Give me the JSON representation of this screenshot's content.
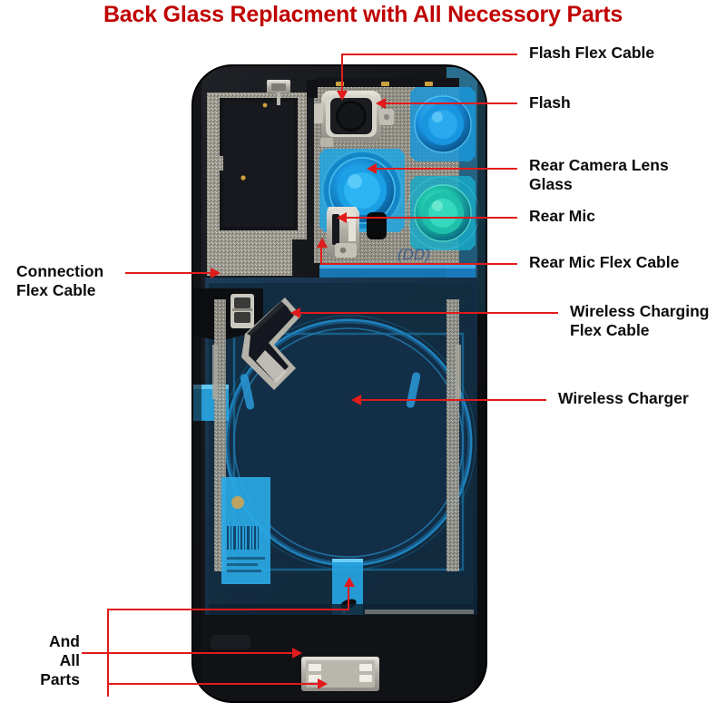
{
  "title": "Back Glass Replacment with All Necessory Parts",
  "title_color": "#c00000",
  "leader_color": "#e11b1b",
  "label_color": "#0c0c0c",
  "background": "#ffffff",
  "image": {
    "subject": "smartphone back glass assembly",
    "markings": "(DD)"
  },
  "callouts": [
    {
      "id": "flash-flex-cable",
      "text": "Flash Flex Cable",
      "side": "right"
    },
    {
      "id": "flash",
      "text": "Flash",
      "side": "right"
    },
    {
      "id": "rear-camera-lens-glass",
      "text": "Rear Camera Lens\nGlass",
      "side": "right"
    },
    {
      "id": "rear-mic",
      "text": "Rear Mic",
      "side": "right"
    },
    {
      "id": "rear-mic-flex-cable",
      "text": "Rear Mic Flex Cable",
      "side": "right"
    },
    {
      "id": "wireless-charging-flex-cable",
      "text": "Wireless Charging\nFlex Cable",
      "side": "right"
    },
    {
      "id": "wireless-charger",
      "text": "Wireless Charger",
      "side": "right"
    },
    {
      "id": "connection-flex-cable",
      "text": "Connection\nFlex Cable",
      "side": "left"
    },
    {
      "id": "and-all-parts",
      "text": "And\nAll Parts",
      "side": "left"
    }
  ],
  "colors": {
    "title": "#c00000",
    "leader": "#e11b1b",
    "label": "#0c0c0c",
    "phone_body": "#16181c",
    "foam_shield": "#9a988e",
    "lens_blue": "#1598e0",
    "lens_teal": "#25c8b0",
    "coil_navy": "#16314a",
    "film_cyan": "#27a8e8",
    "metal": "#b8b6ae"
  }
}
